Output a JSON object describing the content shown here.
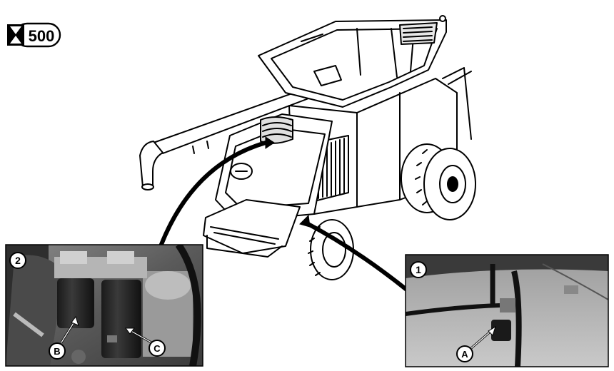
{
  "service_badge": {
    "hours": "500",
    "icon": "hourglass-icon"
  },
  "insets": [
    {
      "number": "2",
      "callouts": [
        {
          "letter": "B"
        },
        {
          "letter": "C"
        }
      ]
    },
    {
      "number": "1",
      "callouts": [
        {
          "letter": "A"
        }
      ]
    }
  ],
  "colors": {
    "line": "#000000",
    "paper": "#ffffff",
    "photo_dark": "#2a2a2a",
    "photo_mid": "#6e6e6e",
    "photo_light": "#b9b9b9"
  }
}
